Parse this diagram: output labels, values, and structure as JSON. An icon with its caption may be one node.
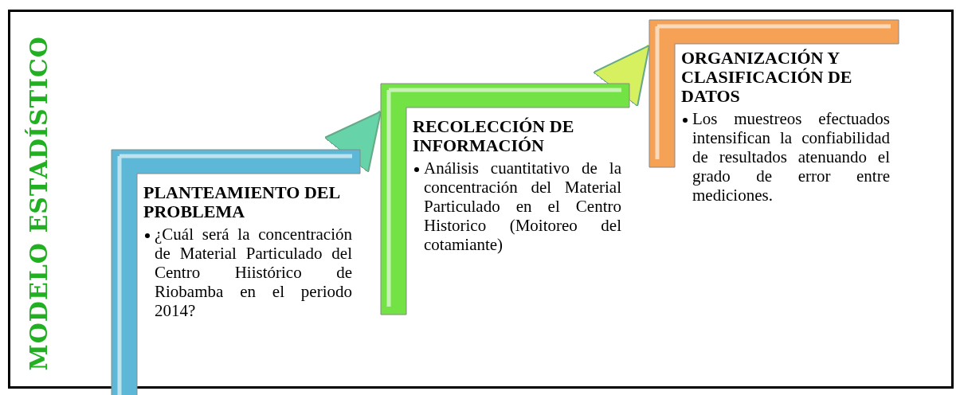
{
  "diagram": {
    "title": "MODELO ESTADÍSTICO",
    "nodes": [
      {
        "text": [
          "PLANTEAMIENTO DEL PROBLEMA",
          "¿Cuál será la concentración de Material Particulado del Centro Hiistórico de Riobamba en el periodo 2014?"
        ]
      },
      {
        "text": [
          "RECOLECCIÓN DE INFORMACIÓN",
          "Análisis cuantitativo de la concentración del Material Particulado en el Centro Historico (Moitoreo del cotamiante)"
        ]
      },
      {
        "text": [
          "ORGANIZACIÓN Y CLASIFICACIÓN DE DATOS",
          "Los muestreos efectuados intensifican la confiabilidad de resultados atenuando el grado de error entre mediciones."
        ]
      }
    ],
    "edges": [
      {
        "from": 0,
        "to": 1,
        "arrow": "to",
        "color": "#66d4a8"
      },
      {
        "from": 1,
        "to": 2,
        "arrow": "to",
        "color": "#d6f060"
      }
    ]
  }
}
